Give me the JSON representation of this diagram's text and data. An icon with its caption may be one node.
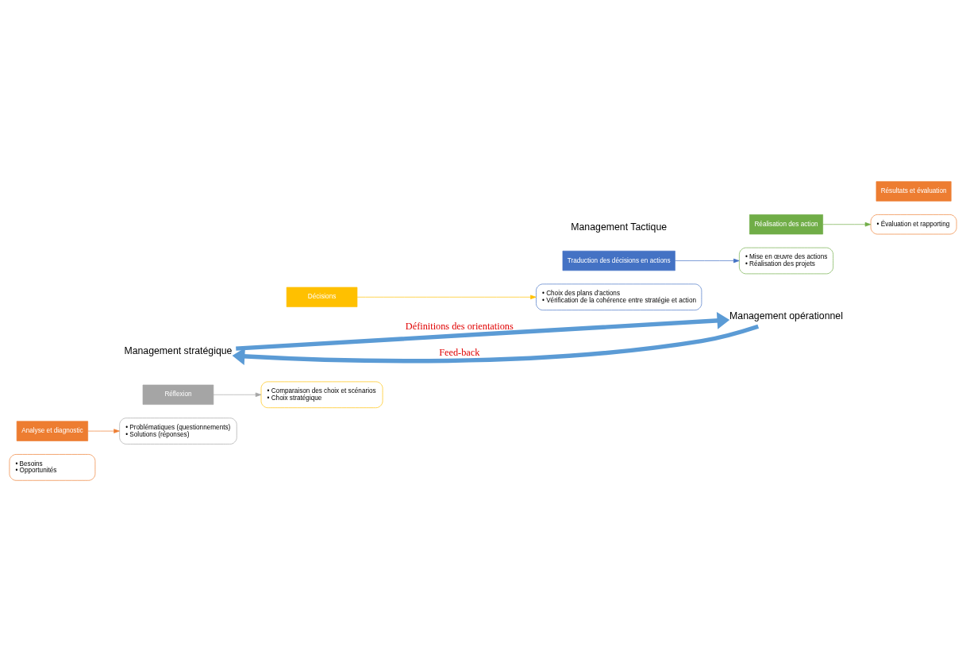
{
  "diagram": {
    "nodes": [
      {
        "text": [
          "• Besoins",
          "• Opportunités"
        ]
      },
      {
        "text": [
          "Analyse et diagnostic"
        ]
      },
      {
        "text": [
          "Réflexion"
        ]
      },
      {
        "text": [
          "• Problématiques (questionnements)",
          "• Solutions (réponses)"
        ]
      },
      {
        "text": [
          "• Comparaison des choix et scénarios",
          "• Choix stratégique"
        ]
      },
      {
        "text": [
          "Décisions"
        ]
      },
      {
        "text": [
          "Traduction des décisions en actions"
        ]
      },
      {
        "text": [
          "• Choix des plans d’actions",
          "• Vérification de la cohérence entre stratégie et action"
        ]
      },
      {
        "text": [
          "• Mise en œuvre des actions",
          "• Réalisation des projets"
        ]
      },
      {
        "text": [
          "Réalisation des action"
        ]
      },
      {
        "text": [
          "Résultats et évaluation"
        ]
      },
      {
        "text": [
          "• Évaluation et rapporting"
        ]
      },
      {
        "text": [
          "Management stratégique"
        ]
      },
      {
        "text": [
          "Management Tactique"
        ]
      },
      {
        "text": [
          "Management opérationnel"
        ]
      }
    ],
    "edges": [
      {
        "from": 1,
        "to": 3,
        "arrow": "to",
        "color": "#ed7d31"
      },
      {
        "from": 2,
        "to": 4,
        "arrow": "to",
        "color": "#a5a5a5"
      },
      {
        "from": 5,
        "to": 7,
        "arrow": "to",
        "color": "#ffc000"
      },
      {
        "from": 6,
        "to": 8,
        "arrow": "to",
        "color": "#4472c4"
      },
      {
        "from": 9,
        "to": 11,
        "arrow": "to",
        "color": "#70ad47"
      },
      {
        "from": 14,
        "to": 12,
        "arrow": "to",
        "label": "Feed-back",
        "style": "thick",
        "color": "#5b9bd5"
      },
      {
        "from": 12,
        "to": 14,
        "arrow": "to",
        "label": "Définitions des orientations",
        "style": "thick",
        "color": "#5b9bd5"
      }
    ]
  }
}
